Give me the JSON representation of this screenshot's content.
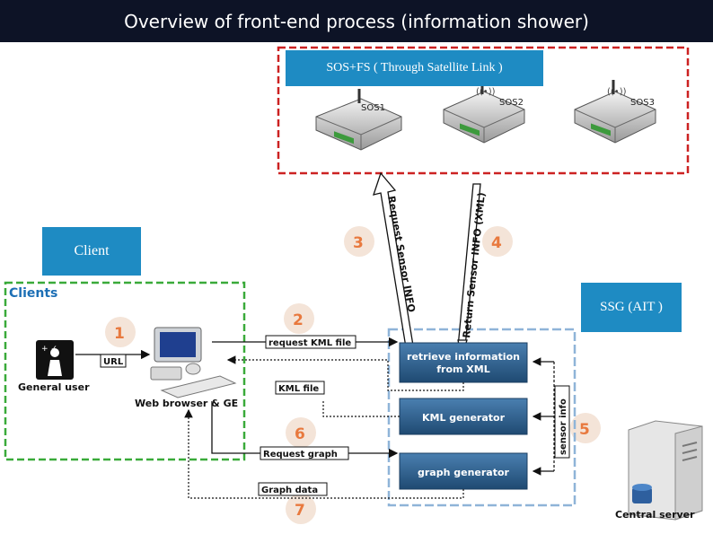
{
  "title": "Overview of front-end process (information shower)",
  "callouts": {
    "sos_fs": "SOS+FS ( Through Satellite Link )",
    "client": "Client",
    "ssg": "SSG (AIT )"
  },
  "clients_box": {
    "heading": "Clients",
    "general_user": "General user",
    "web_browser": "Web browser & GE",
    "url": "URL"
  },
  "sensors": [
    "SOS1",
    "SOS2",
    "SOS3"
  ],
  "step_numbers": [
    "1",
    "2",
    "3",
    "4",
    "5",
    "6",
    "7"
  ],
  "arrows": {
    "request_sensor_info": "Request Sensor INFO",
    "return_sensor_info": "Return Sensor INFO (XML)",
    "request_kml": "request KML file",
    "kml_file": "KML file",
    "request_graph": "Request graph",
    "graph_data": "Graph data",
    "sensor_info": "sensor info"
  },
  "processes": {
    "retrieve_line1": "retrieve information",
    "retrieve_line2": "from XML",
    "kml_generator": "KML generator",
    "graph_generator": "graph generator"
  },
  "central_server": "Central server",
  "colors": {
    "title_bg": "#0d1326",
    "callout": "#1e8bc3",
    "sos_border": "#cc2222",
    "clients_border": "#3aaa3a",
    "ssg_border": "#8fb4d8",
    "step_number": "#e8793e",
    "process_box": "#2b5d8a"
  }
}
